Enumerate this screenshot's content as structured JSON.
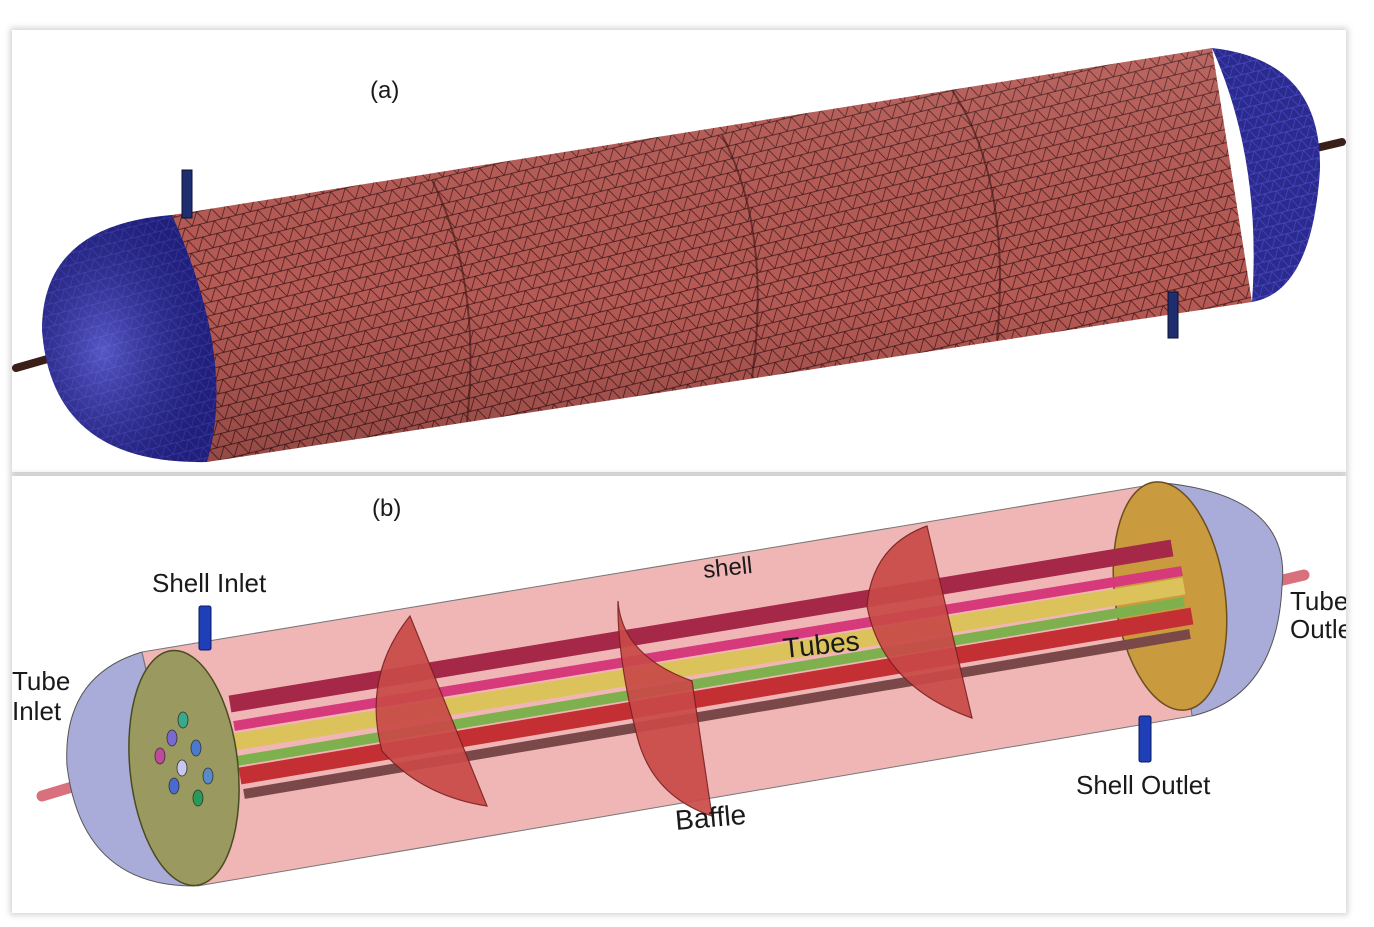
{
  "panel_a": {
    "label": "(a)"
  },
  "panel_b": {
    "label": "(b)",
    "labels": {
      "shell_inlet": "Shell Inlet",
      "shell_outlet": "Shell Outlet",
      "tube_inlet_1": "Tube",
      "tube_inlet_2": "Inlet",
      "tube_outlet_1": "Tube",
      "tube_outlet_2": "Outlet",
      "shell": "shell",
      "tubes": "Tubes",
      "baffle": "Baffle"
    }
  },
  "colors": {
    "mesh_shell": "#b65a55",
    "mesh_cap": "#2b2a8f",
    "mesh_line": "#3a1515",
    "shell_fill": "#f0b5b5",
    "cap_fill": "#a9acd8",
    "baffle": "#c94a48",
    "tubesheet_inlet": "#9a9a60",
    "tubesheet_outlet": "#c99a3e",
    "nozzle": "#1f3fb8",
    "pipe": "#d9707e",
    "tubes": [
      "#a52848",
      "#d63a7a",
      "#dcc25a",
      "#7fb04e",
      "#c42f34",
      "#7a4848"
    ]
  }
}
